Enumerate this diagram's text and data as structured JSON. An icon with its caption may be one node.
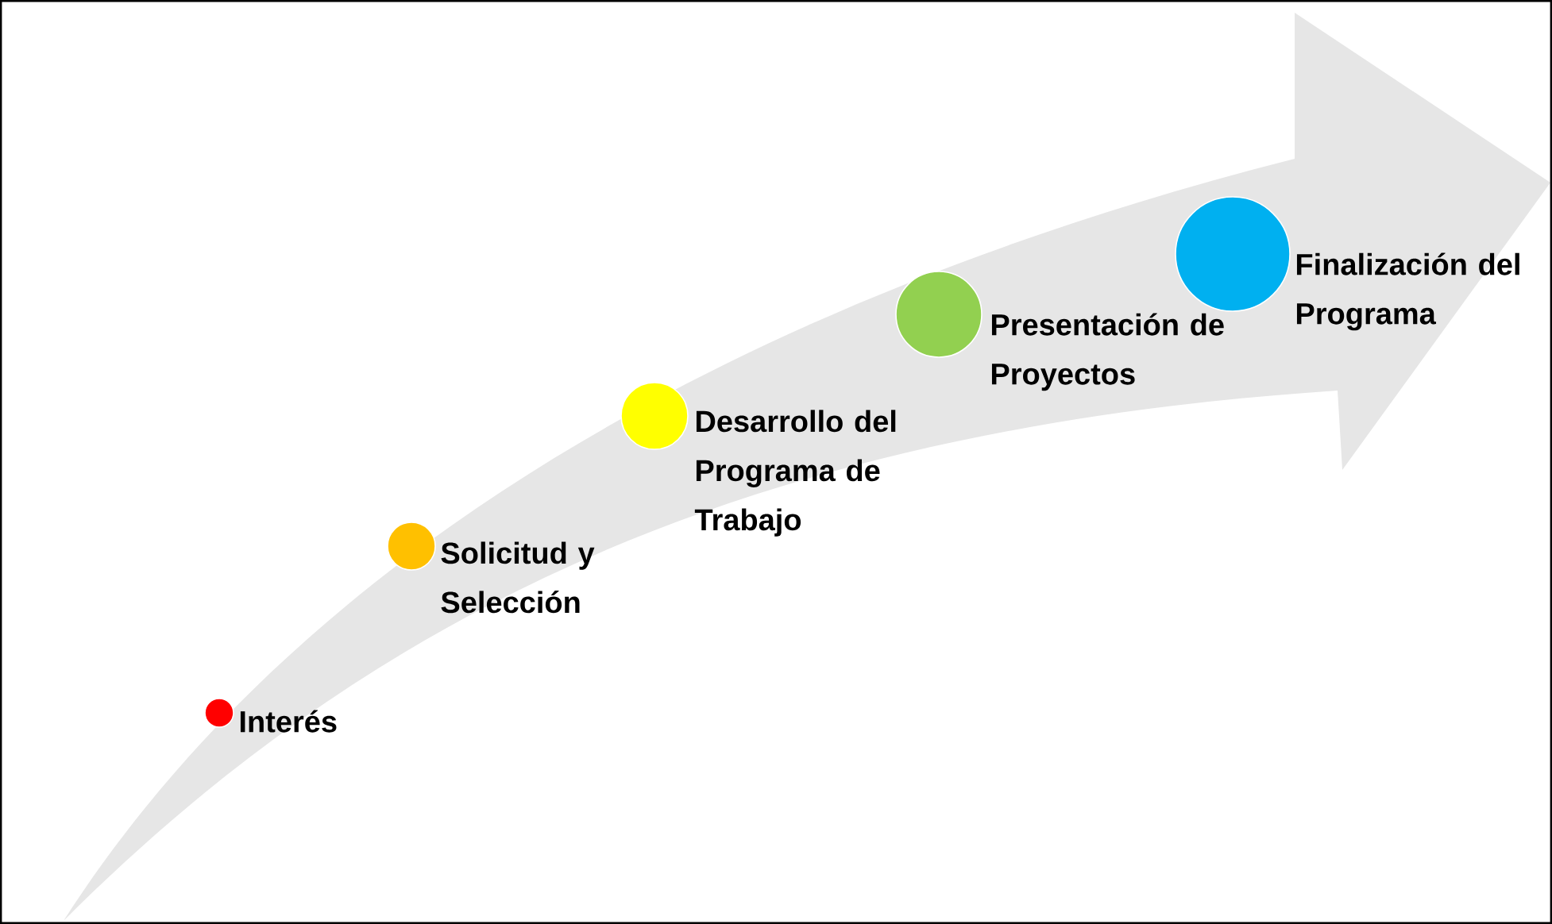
{
  "diagram": {
    "nodes": [
      {
        "text": [
          "Interés"
        ]
      },
      {
        "text": [
          "Solicitud y Selección"
        ]
      },
      {
        "text": [
          "Desarrollo del Programa de Trabajo"
        ]
      },
      {
        "text": [
          "Presentación de Proyectos"
        ]
      },
      {
        "text": [
          "Finalización del Programa"
        ]
      }
    ]
  }
}
